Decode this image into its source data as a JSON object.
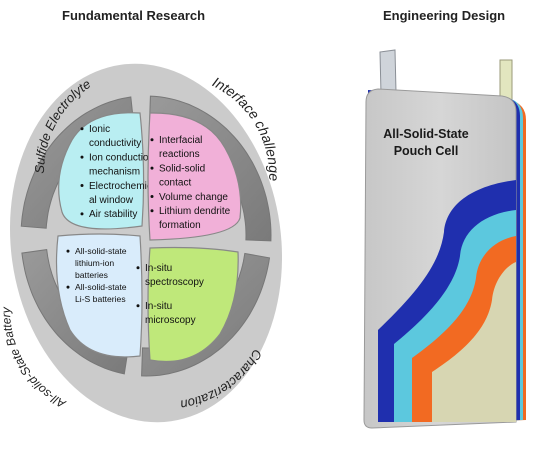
{
  "headers": {
    "left": "Fundamental Research",
    "right": "Engineering  Design"
  },
  "ring": {
    "segments": [
      {
        "label": "Sulfide Electrolyte"
      },
      {
        "label": "Interface challenge"
      },
      {
        "label": "Characterization"
      },
      {
        "label": "All-solid-State Battery"
      }
    ]
  },
  "petals": {
    "top_left": {
      "color": "#b9eef2",
      "items": [
        "Ionic",
        "conductivity",
        "Ion conduction",
        "mechanism",
        "Electrochemic",
        "al window",
        "Air stability"
      ],
      "bullets": [
        true,
        false,
        true,
        false,
        true,
        false,
        true
      ]
    },
    "top_right": {
      "color": "#f1b0d8",
      "items": [
        "Interfacial",
        "reactions",
        "Solid-solid",
        "contact",
        "Volume change",
        "Lithium dendrite",
        "formation"
      ],
      "bullets": [
        true,
        false,
        true,
        false,
        true,
        true,
        false
      ]
    },
    "bottom_left": {
      "color": "#d9ecfb",
      "items": [
        "All-solid-state",
        "lithium-ion",
        "batteries",
        "All-solid-state",
        "Li-S batteries"
      ],
      "bullets": [
        true,
        false,
        false,
        true,
        false
      ]
    },
    "bottom_right": {
      "color": "#bfe87a",
      "items": [
        "In-situ",
        "spectroscopy",
        "In-situ",
        "microscopy"
      ],
      "bullets": [
        true,
        false,
        true,
        false
      ]
    }
  },
  "pouch": {
    "title_line1": "All-Solid-State",
    "title_line2": "Pouch Cell",
    "colors": {
      "body": "#d1d1d1",
      "blue": "#1f2fae",
      "cyan": "#5cc8de",
      "orange": "#f26a22",
      "beige": "#d7d6b2",
      "tab_left": "#cfd4da",
      "tab_right": "#e2e6bf"
    }
  }
}
